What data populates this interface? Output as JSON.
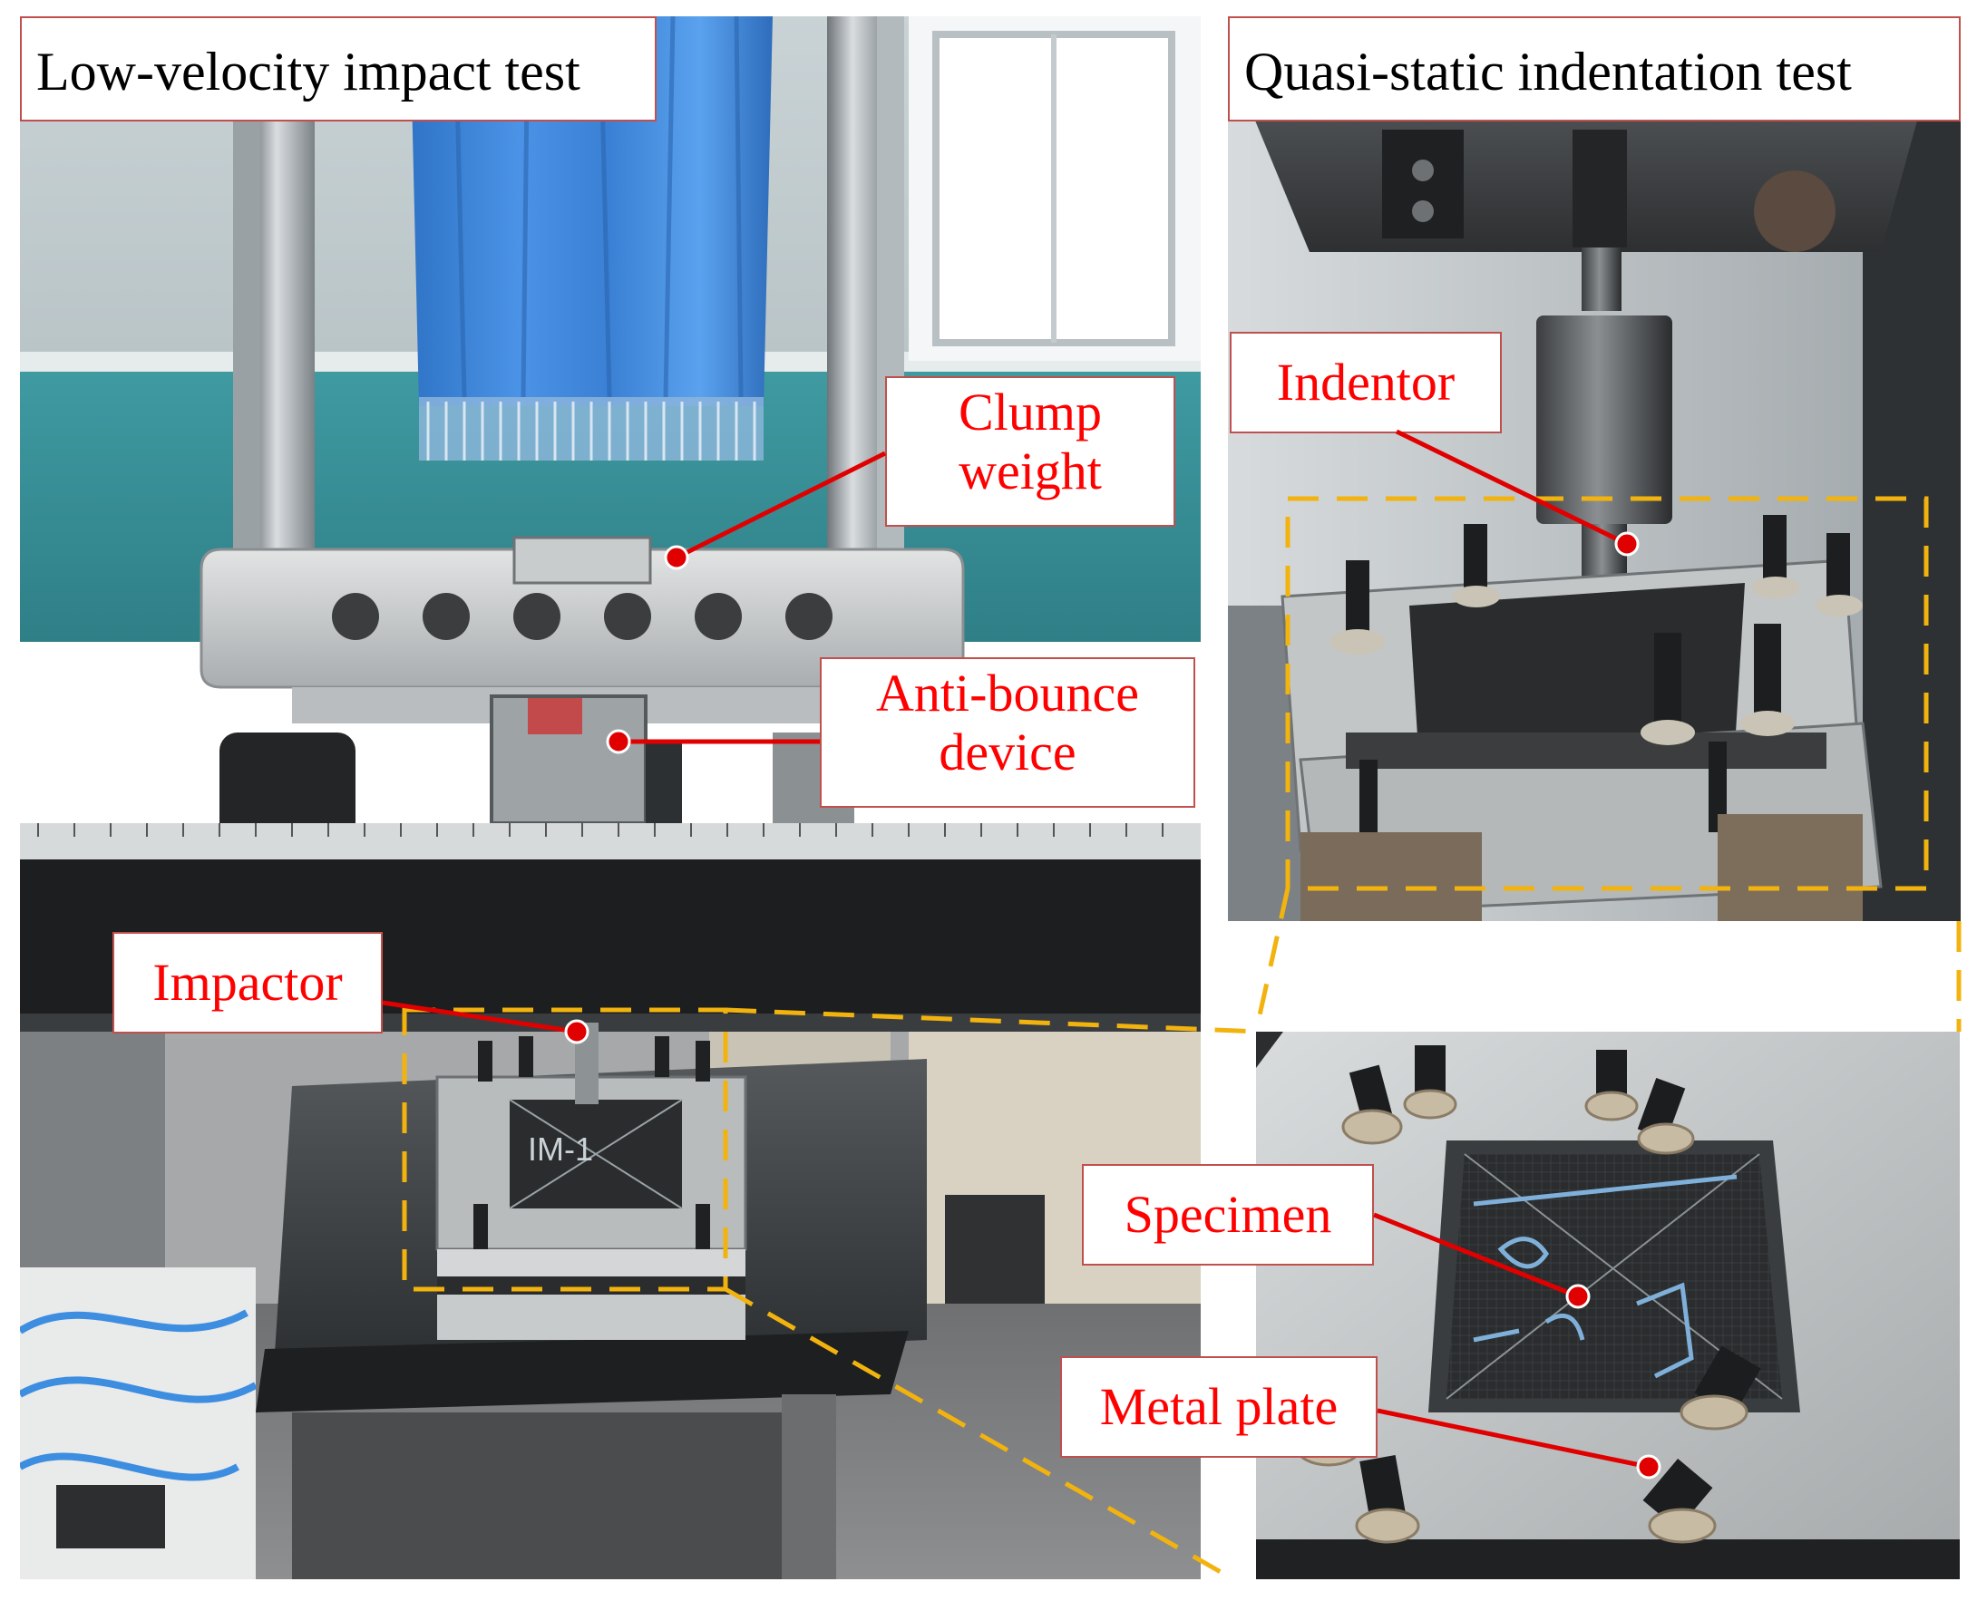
{
  "panels": {
    "impact_title": "Low-velocity impact test",
    "indent_title": "Quasi-static indentation test"
  },
  "callouts": {
    "clump_weight": "Clump weight",
    "anti_bounce": "Anti-bounce device",
    "impactor": "Impactor",
    "indentor": "Indentor",
    "specimen": "Specimen",
    "metal_plate": "Metal plate"
  },
  "specimen_marking": "IM-1",
  "colors": {
    "callout_text": "#ff0000",
    "leader_line": "#e00000",
    "callout_border": "#c0504d",
    "zoom_frame": "#f2b30f"
  }
}
